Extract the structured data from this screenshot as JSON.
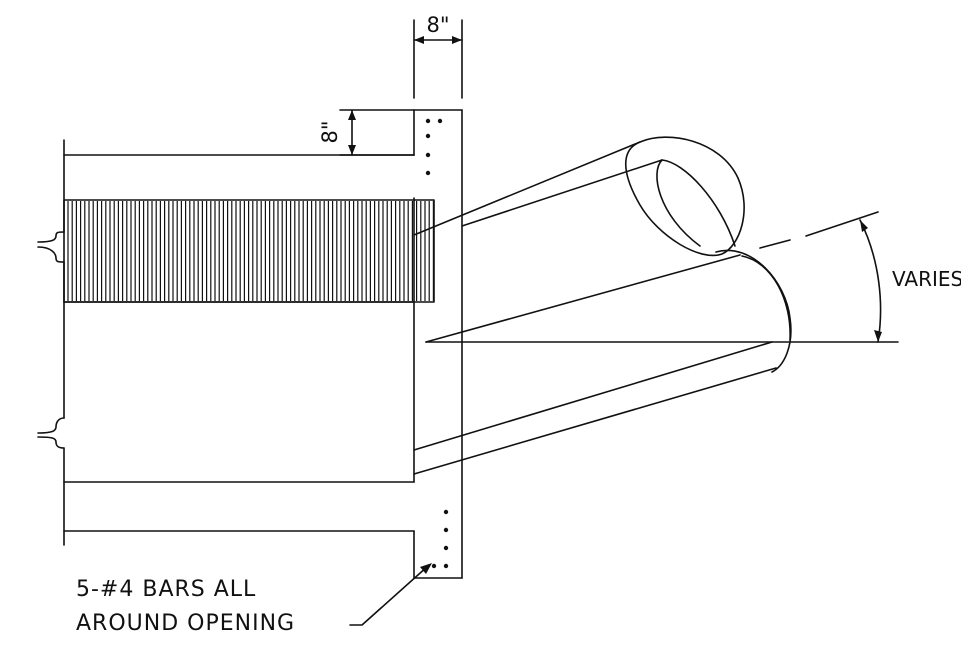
{
  "labels": {
    "dim_top": "8\"",
    "dim_left": "8\"",
    "angle": "VARIES",
    "note_line1": "5-#4 BARS ALL",
    "note_line2": "AROUND OPENING"
  },
  "colors": {
    "ink": "#111111",
    "background": "#ffffff"
  }
}
